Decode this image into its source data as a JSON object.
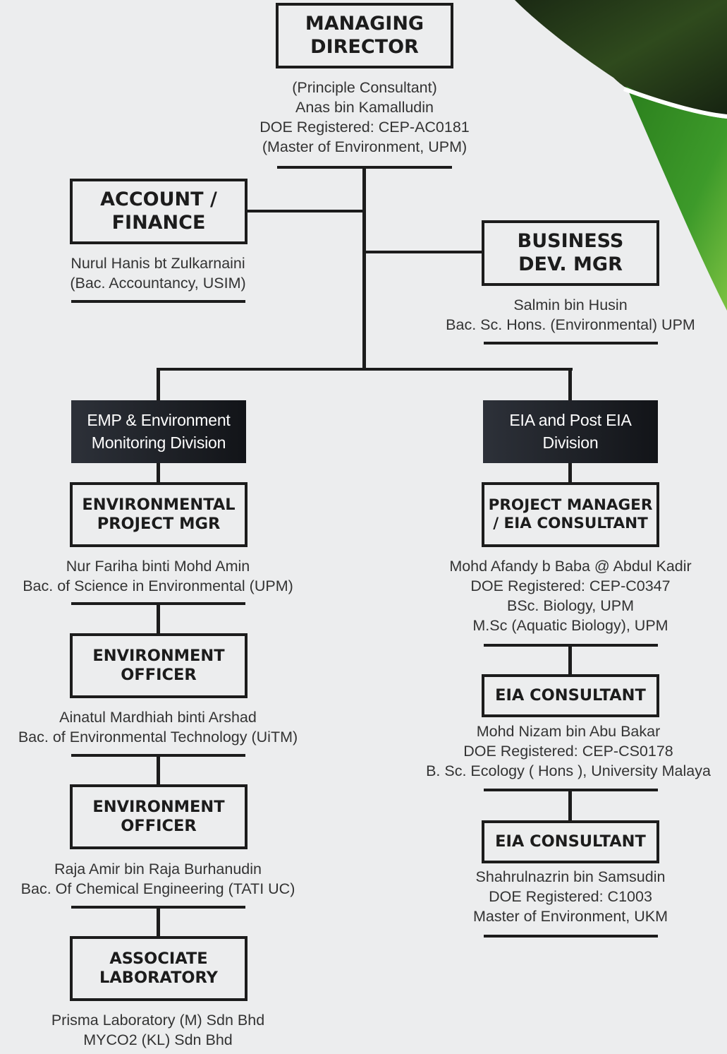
{
  "colors": {
    "background": "#ecedee",
    "box_border": "#1c1c1c",
    "division_bg": "#1f2329",
    "division_text": "#ffffff",
    "leaf_green": "#3d9a2a"
  },
  "managing_director": {
    "title": [
      "MANAGING",
      "DIRECTOR"
    ],
    "details": [
      "(Principle Consultant)",
      "Anas bin Kamalludin",
      "DOE Registered: CEP-AC0181",
      "(Master of Environment, UPM)"
    ]
  },
  "account_finance": {
    "title": [
      "ACCOUNT /",
      "FINANCE"
    ],
    "details": [
      "Nurul Hanis bt Zulkarnaini",
      "(Bac. Accountancy, USIM)"
    ]
  },
  "business_dev": {
    "title": [
      "BUSINESS",
      "DEV. MGR"
    ],
    "details": [
      "Salmin bin Husin",
      "Bac. Sc. Hons. (Environmental) UPM"
    ]
  },
  "division_emp": {
    "title": [
      "EMP & Environment",
      "Monitoring Division"
    ]
  },
  "division_eia": {
    "title": [
      "EIA and Post EIA",
      "Division"
    ]
  },
  "env_project_mgr": {
    "title": [
      "ENVIRONMENTAL",
      "PROJECT MGR"
    ],
    "details": [
      "Nur Fariha binti Mohd Amin",
      "Bac. of Science in Environmental (UPM)"
    ]
  },
  "env_officer_1": {
    "title": [
      "ENVIRONMENT",
      "OFFICER"
    ],
    "details": [
      "Ainatul Mardhiah binti Arshad",
      "Bac. of Environmental Technology (UiTM)"
    ]
  },
  "env_officer_2": {
    "title": [
      "ENVIRONMENT",
      "OFFICER"
    ],
    "details": [
      "Raja Amir bin Raja Burhanudin",
      "Bac. Of Chemical Engineering (TATI UC)"
    ]
  },
  "associate_lab": {
    "title": [
      "ASSOCIATE",
      "LABORATORY"
    ],
    "details": [
      "Prisma Laboratory (M) Sdn Bhd",
      "MYCO2 (KL) Sdn Bhd"
    ]
  },
  "project_manager_eia": {
    "title": [
      "PROJECT MANAGER",
      "/ EIA CONSULTANT"
    ],
    "details": [
      "Mohd Afandy b Baba @ Abdul Kadir",
      "DOE Registered: CEP-C0347",
      "BSc. Biology, UPM",
      "M.Sc (Aquatic Biology), UPM"
    ]
  },
  "eia_consultant_1": {
    "title": [
      "EIA CONSULTANT"
    ],
    "details": [
      "Mohd Nizam bin Abu Bakar",
      "DOE Registered: CEP-CS0178",
      "B. Sc. Ecology ( Hons ), University Malaya"
    ]
  },
  "eia_consultant_2": {
    "title": [
      "EIA CONSULTANT"
    ],
    "details": [
      "Shahrulnazrin bin Samsudin",
      "DOE Registered: C1003",
      "Master of Environment, UKM"
    ]
  }
}
